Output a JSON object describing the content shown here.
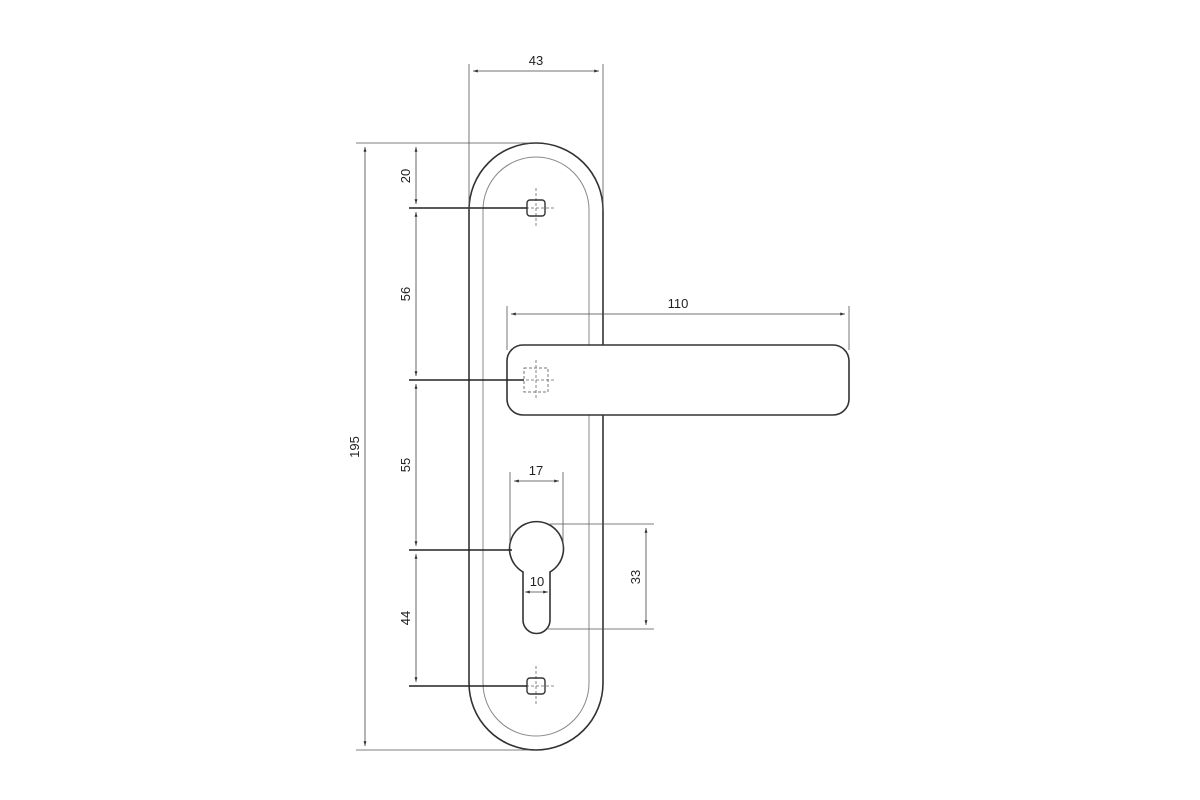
{
  "dimensions": {
    "plate_width": "43",
    "top_to_screw": "20",
    "screw_to_spindle": "56",
    "total_height": "195",
    "spindle_to_cylinder": "55",
    "cylinder_to_screw": "44",
    "lever_length": "110",
    "cylinder_width": "17",
    "cylinder_slot_width": "10",
    "cylinder_height": "33"
  },
  "colors": {
    "line": "#333333",
    "background": "#ffffff"
  }
}
